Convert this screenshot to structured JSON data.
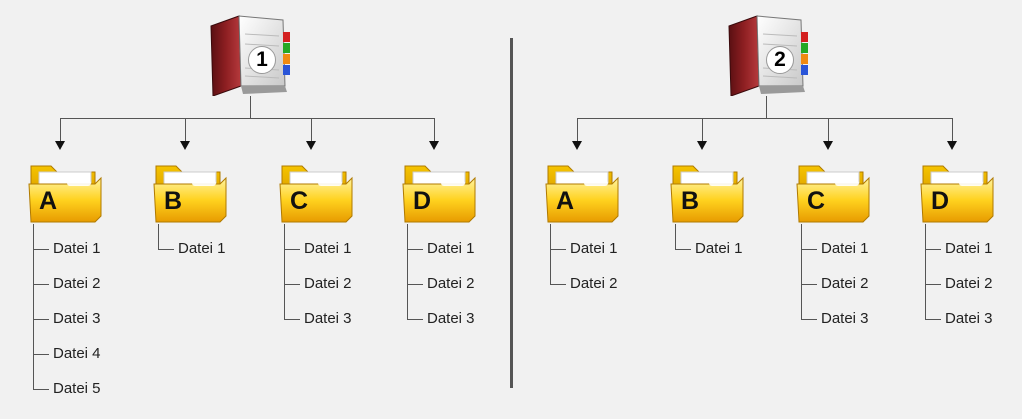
{
  "diagrams": [
    {
      "binder_number": "1",
      "folders": [
        {
          "letter": "A",
          "files": [
            "Datei 1",
            "Datei 2",
            "Datei 3",
            "Datei 4",
            "Datei 5"
          ]
        },
        {
          "letter": "B",
          "files": [
            "Datei 1"
          ]
        },
        {
          "letter": "C",
          "files": [
            "Datei 1",
            "Datei 2",
            "Datei 3"
          ]
        },
        {
          "letter": "D",
          "files": [
            "Datei 1",
            "Datei 2",
            "Datei 3"
          ]
        }
      ]
    },
    {
      "binder_number": "2",
      "folders": [
        {
          "letter": "A",
          "files": [
            "Datei 1",
            "Datei 2"
          ]
        },
        {
          "letter": "B",
          "files": [
            "Datei 1"
          ]
        },
        {
          "letter": "C",
          "files": [
            "Datei 1",
            "Datei 2",
            "Datei 3"
          ]
        },
        {
          "letter": "D",
          "files": [
            "Datei 1",
            "Datei 2",
            "Datei 3"
          ]
        }
      ]
    }
  ],
  "colors": {
    "background": "#f1f1f1",
    "folder_yellow": "#ffd21f",
    "binder_red": "#8e1f22",
    "line": "#555555"
  },
  "icons": {
    "binder": "binder-icon",
    "folder": "folder-icon"
  }
}
